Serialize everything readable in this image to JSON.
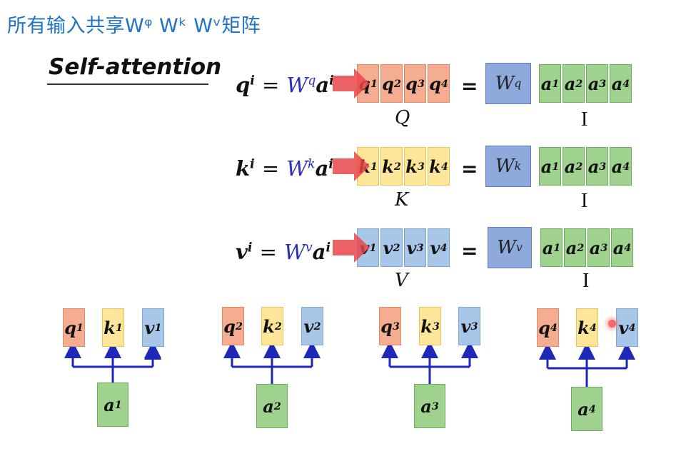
{
  "header": {
    "title": "所有输入共享Wᵠ Wᵏ Wᵛ矩阵"
  },
  "slide": {
    "heading": "Self-attention",
    "equations": [
      {
        "lhs": "q",
        "sup": "i",
        "eq": "=",
        "w": "W",
        "w_sup": "q",
        "a": "a",
        "a_sup": "i"
      },
      {
        "lhs": "k",
        "sup": "i",
        "eq": "=",
        "w": "W",
        "w_sup": "k",
        "a": "a",
        "a_sup": "i"
      },
      {
        "lhs": "v",
        "sup": "i",
        "eq": "=",
        "w": "W",
        "w_sup": "v",
        "a": "a",
        "a_sup": "i"
      }
    ],
    "rows": [
      {
        "letter": "q",
        "matrix_label": "Q",
        "w_label": "W",
        "w_sup": "q"
      },
      {
        "letter": "k",
        "matrix_label": "K",
        "w_label": "W",
        "w_sup": "k"
      },
      {
        "letter": "v",
        "matrix_label": "V",
        "w_label": "W",
        "w_sup": "v"
      }
    ],
    "indices": [
      "1",
      "2",
      "3",
      "4"
    ],
    "input_letter": "a",
    "equals_sign": "=",
    "identity_label": "I",
    "colors": {
      "q": "#f4ad90",
      "k": "#fde59a",
      "v": "#a8c7e8",
      "a": "#9fd28f",
      "w": "#8ea9dc",
      "title": "#1f72c4",
      "arrow_blue": "#1d27b8",
      "red_arrow": "#e8474a"
    }
  }
}
